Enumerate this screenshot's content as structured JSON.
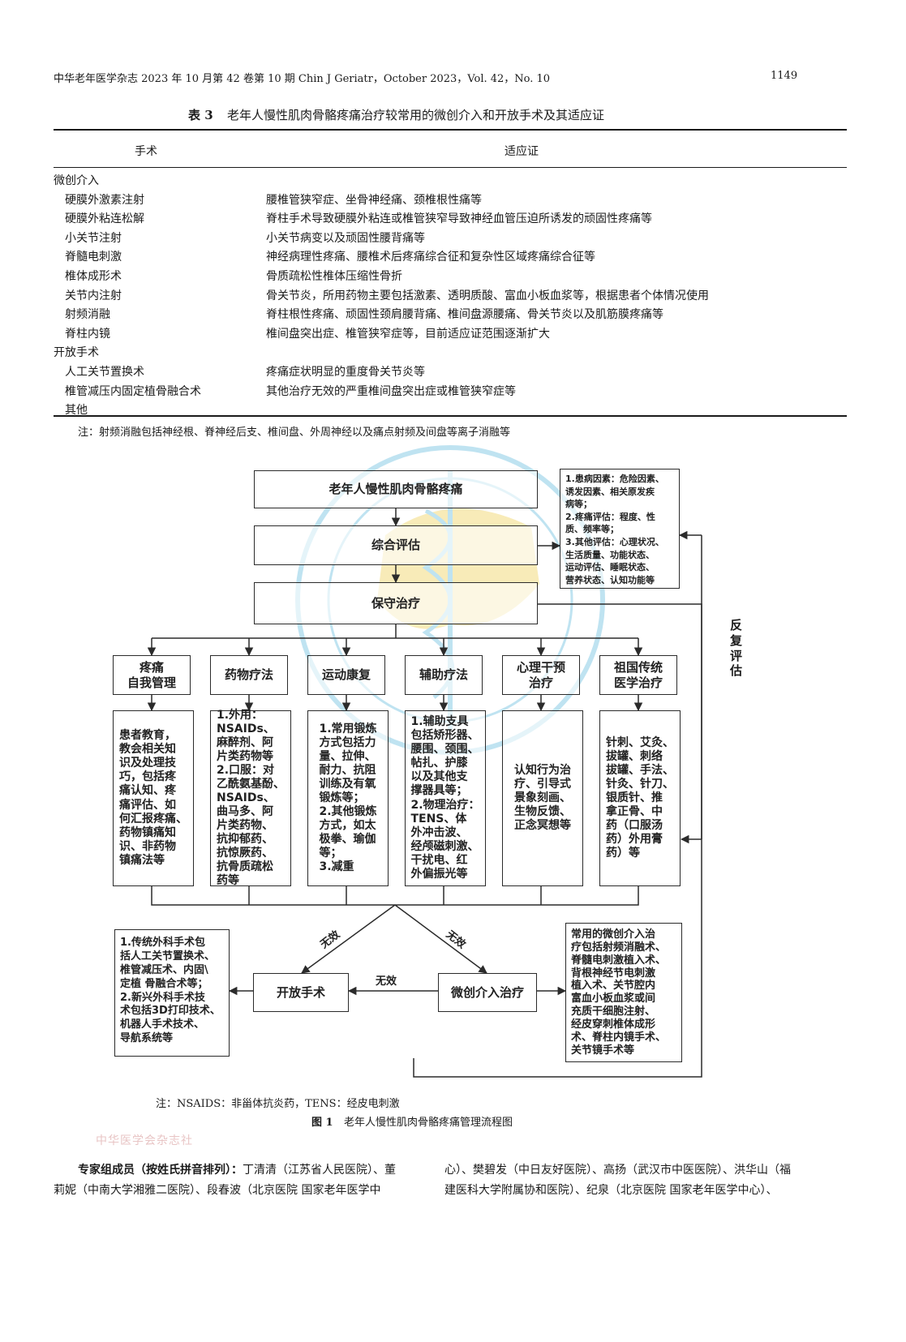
{
  "header": {
    "journal": "中华老年医学杂志 2023 年 10 月第 42 卷第 10 期   Chin J Geriatr，October 2023，Vol. 42，No. 10",
    "page_number": "1149"
  },
  "table": {
    "caption_label": "表 3",
    "caption_text": "老年人慢性肌肉骨骼疼痛治疗较常用的微创介入和开放手术及其适应证",
    "col_headers": [
      "手术",
      "适应证"
    ],
    "rows": [
      [
        "微创介入",
        ""
      ],
      [
        "硬膜外激素注射",
        "腰椎管狭窄症、坐骨神经痛、颈椎根性痛等"
      ],
      [
        "硬膜外粘连松解",
        "脊柱手术导致硬膜外粘连或椎管狭窄导致神经血管压迫所诱发的顽固性疼痛等"
      ],
      [
        "小关节注射",
        "小关节病变以及顽固性腰背痛等"
      ],
      [
        "脊髓电刺激",
        "神经病理性疼痛、腰椎术后疼痛综合征和复杂性区域疼痛综合征等"
      ],
      [
        "椎体成形术",
        "骨质疏松性椎体压缩性骨折"
      ],
      [
        "关节内注射",
        "骨关节炎，所用药物主要包括激素、透明质酸、富血小板血浆等，根据患者个体情况使用"
      ],
      [
        "射频消融",
        "脊柱根性疼痛、顽固性颈肩腰背痛、椎间盘源腰痛、骨关节炎以及肌筋膜疼痛等"
      ],
      [
        "脊柱内镜",
        "椎间盘突出症、椎管狭窄症等，目前适应证范围逐渐扩大"
      ],
      [
        "开放手术",
        ""
      ],
      [
        "人工关节置换术",
        "疼痛症状明显的重度骨关节炎等"
      ],
      [
        "椎管减压内固定植骨融合术",
        "其他治疗无效的严重椎间盘突出症或椎管狭窄症等"
      ],
      [
        "其他",
        ""
      ]
    ],
    "note": "注：射频消融包括神经根、脊神经后支、椎间盘、外周神经以及痛点射频及间盘等离子消融等"
  },
  "flowchart": {
    "top": "老年人慢性肌肉骨骼疼痛",
    "assess": "综合评估",
    "conservative": "保守治疗",
    "assess_detail": "1.患病因素：危险因素、\n诱发因素、相关原发疾\n病等；\n2.疼痛评估：程度、性\n质、频率等；\n3.其他评估：心理状况、\n生活质量、功能状态、\n运动评估、睡眠状态、\n营养状态、认知功能等",
    "feedback": "反复评估",
    "categories": [
      "疼痛\n自我管理",
      "药物疗法",
      "运动康复",
      "辅助疗法",
      "心理干预\n治疗",
      "祖国传统\n医学治疗"
    ],
    "details": [
      "患者教育，\n教会相关知\n识及处理技\n巧，包括疼\n痛认知、疼\n痛评估、如\n何汇报疼痛、\n药物镇痛知\n识、非药物\n镇痛法等",
      "1.外用：\nNSAIDs、\n麻醉剂、阿\n片类药物等\n2.口服：对\n乙酰氨基酚、\nNSAIDs、\n曲马多、阿\n片类药物、\n抗抑郁药、\n抗惊厥药、\n抗骨质疏松\n药等",
      "1.常用锻炼\n方式包括力\n量、拉伸、\n耐力、抗阻\n训练及有氧\n锻炼等；\n2.其他锻炼\n方式，如太\n极拳、瑜伽\n等；\n3.减重",
      "1.辅助支具\n包括矫形器、\n腰围、颈围、\n帖扎、护膝\n以及其他支\n撑器具等；\n2.物理治疗：\nTENS、体\n外冲击波、\n经颅磁刺激、\n干扰电、红\n外偏振光等",
      "认知行为治\n疗、引导式\n景象刻画、\n生物反馈、\n正念冥想等",
      "针刺、艾灸、\n拔罐、刺络\n拔罐、手法、\n针灸、针刀、\n银质针、推\n拿正骨、中\n药（口服汤\n药）外用膏\n药）等"
    ],
    "invalid": "无效",
    "open_surgery": "开放手术",
    "minimal": "微创介入治疗",
    "open_detail": "1.传统外科手术包\n括人工关节置换术、\n椎管减压术、内固\\\n定植 骨融合术等；\n2.新兴外科手术技\n术包括3D打印技术、\n机器人手术技术、\n导航系统等",
    "minimal_detail": "常用的微创介入治\n疗包括射频消融术、\n脊髓电刺激植入术、\n背根神经节电刺激\n植入术、关节腔内\n富血小板血浆或间\n充质干细胞注射、\n经皮穿刺椎体成形\n术、脊柱内镜手术、\n关节镜手术等"
  },
  "figure": {
    "note": "注：NSAIDS：非甾体抗炎药，TENS：经皮电刺激",
    "caption_label": "图 1",
    "caption_text": "老年人慢性肌肉骨骼疼痛管理流程图"
  },
  "stamp": "中华医学会杂志社",
  "footer": {
    "left_l1_bold": "专家组成员（按姓氏拼音排列）：",
    "left_l1": "丁清清（江苏省人民医院）、董",
    "left_l2": "莉妮（中南大学湘雅二医院）、段春波（北京医院  国家老年医学中",
    "right_l1": "心）、樊碧发（中日友好医院）、高扬（武汉市中医医院）、洪华山（福",
    "right_l2": "建医科大学附属协和医院）、纪泉（北京医院  国家老年医学中心）、"
  },
  "colors": {
    "ink": "#1a1a1a",
    "watermark_blue": "#bfe3f1",
    "watermark_gold": "#f6e6a6"
  }
}
